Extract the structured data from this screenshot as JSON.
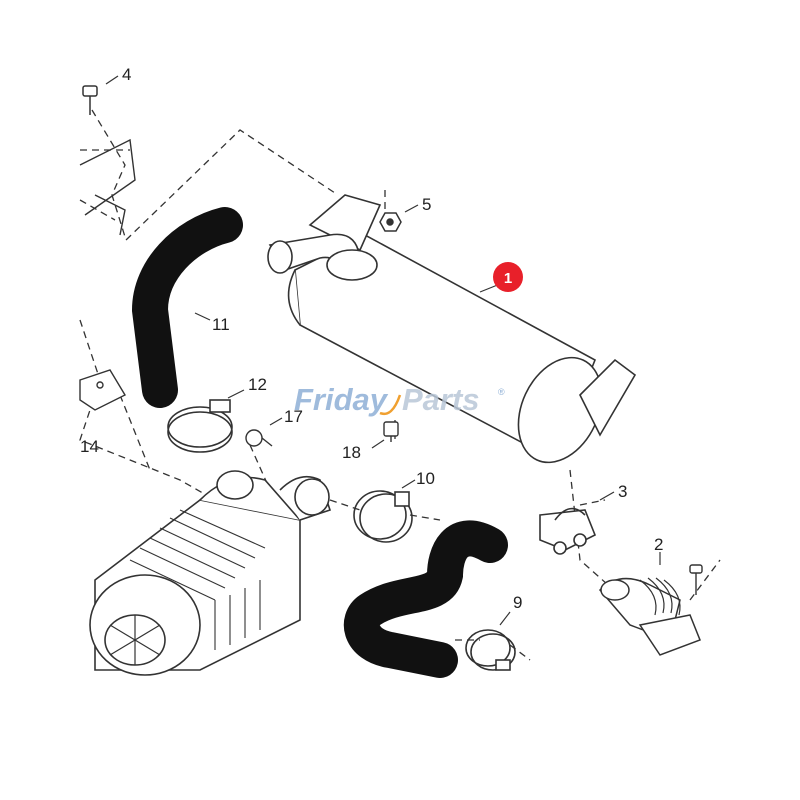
{
  "callouts": {
    "c1": "1",
    "c2": "2",
    "c3": "3",
    "c4": "4",
    "c5": "5",
    "c9": "9",
    "c10": "10",
    "c11": "11",
    "c12": "12",
    "c14": "14",
    "c17": "17",
    "c18": "18"
  },
  "watermark": {
    "part_a": "Friday",
    "part_b": "Parts",
    "mark": "®"
  },
  "colors": {
    "highlight_badge": "#e8202a",
    "line": "#333333",
    "hose": "#111111",
    "watermark_blue": "#8fb0d6",
    "watermark_gray": "#b9c7d8",
    "watermark_orange": "#f0a030"
  }
}
